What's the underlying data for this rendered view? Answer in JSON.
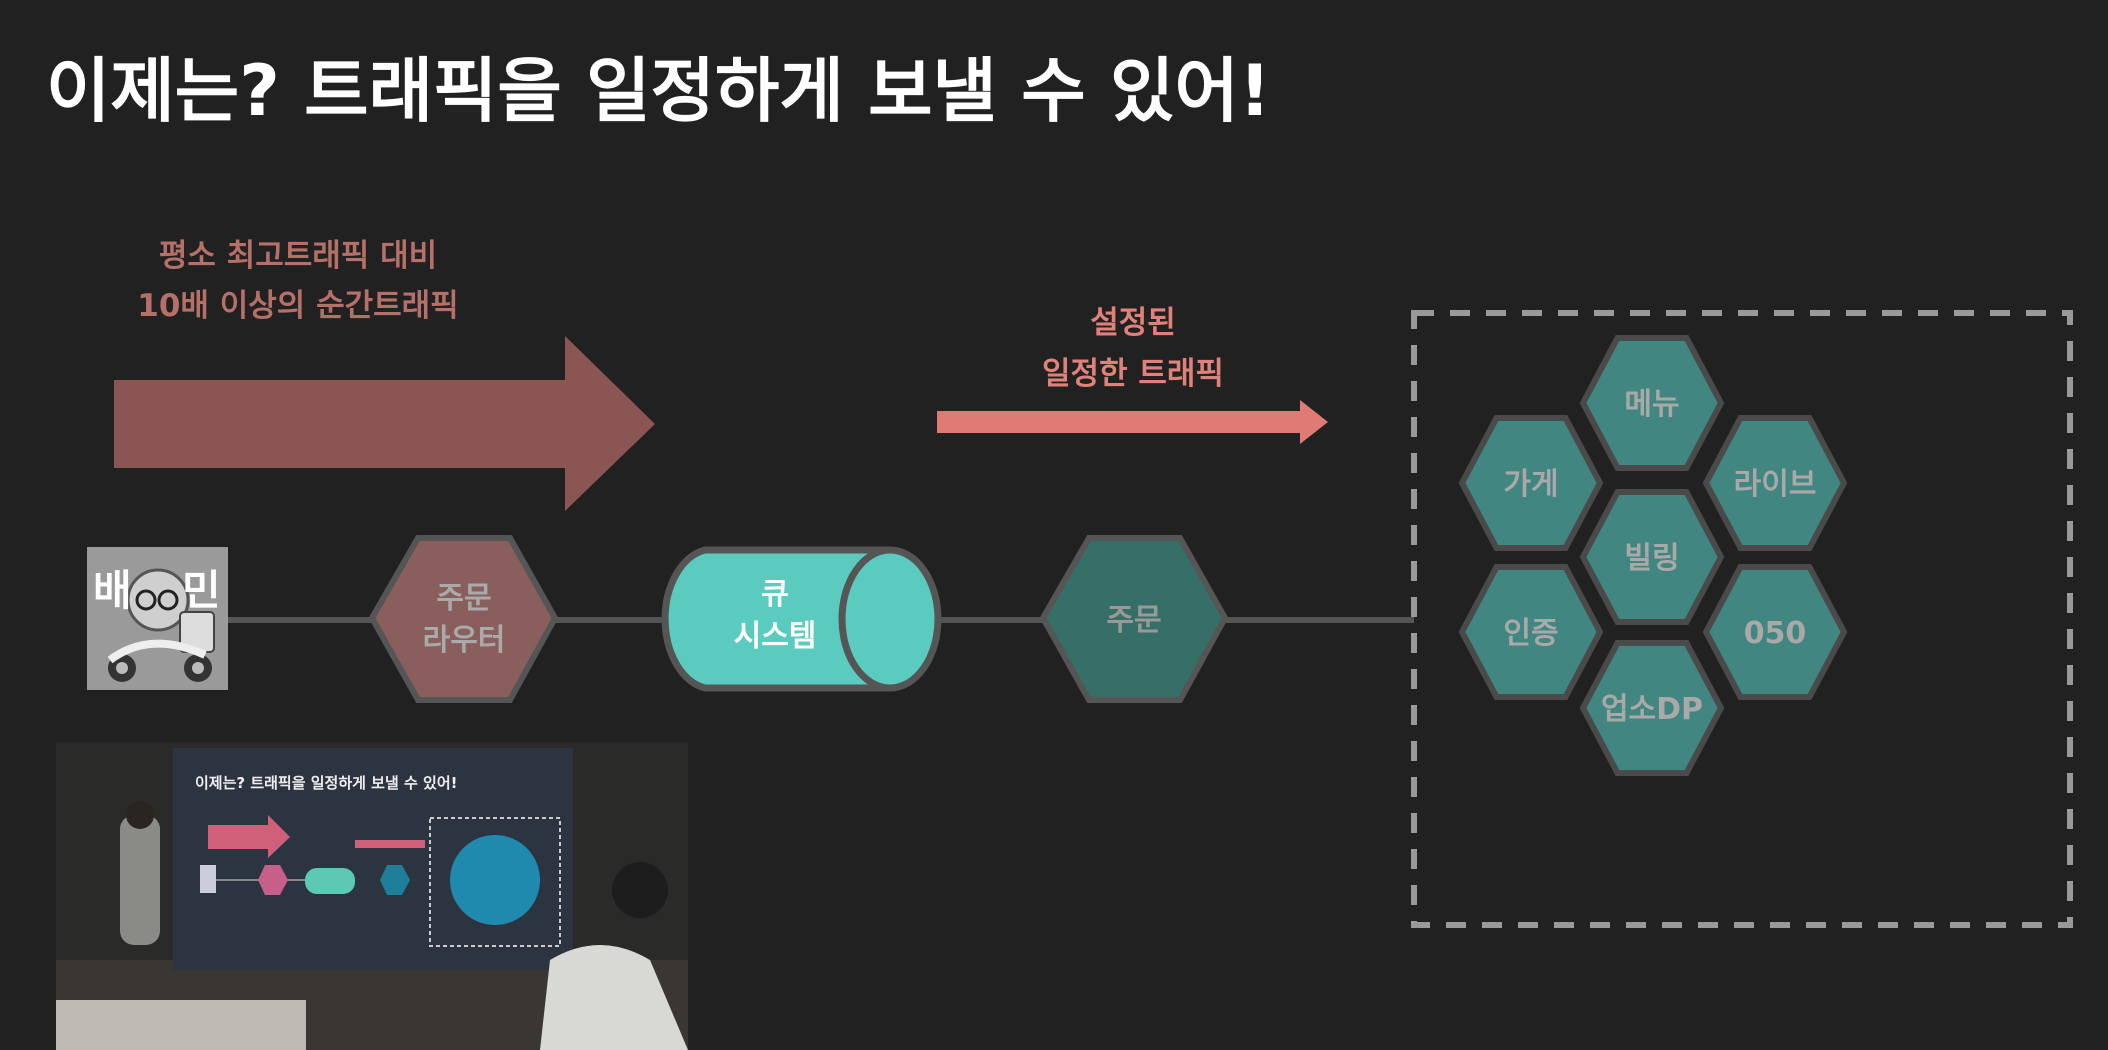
{
  "slide": {
    "title": "이제는? 트래픽을 일정하게 보낼 수 있어!",
    "burst_label": [
      "평소 최고트래픽 대비",
      "10배 이상의 순간트래픽"
    ],
    "steady_label": [
      "설정된",
      "일정한 트래픽"
    ],
    "logo": {
      "text_left": "배",
      "text_right": "민"
    },
    "order_router": [
      "주문",
      "라우터"
    ],
    "queue": [
      "큐",
      "시스템"
    ],
    "order": "주문",
    "services": [
      "메뉴",
      "가게",
      "라이브",
      "빌링",
      "인증",
      "050",
      "업소DP"
    ]
  },
  "colors": {
    "background": "#212121",
    "burst_arrow": "#8a5552",
    "steady_arrow": "#e07a74",
    "router": "#8a5e5c",
    "queue": "#5ccbbf",
    "order": "#366e68",
    "service": "#418680"
  }
}
